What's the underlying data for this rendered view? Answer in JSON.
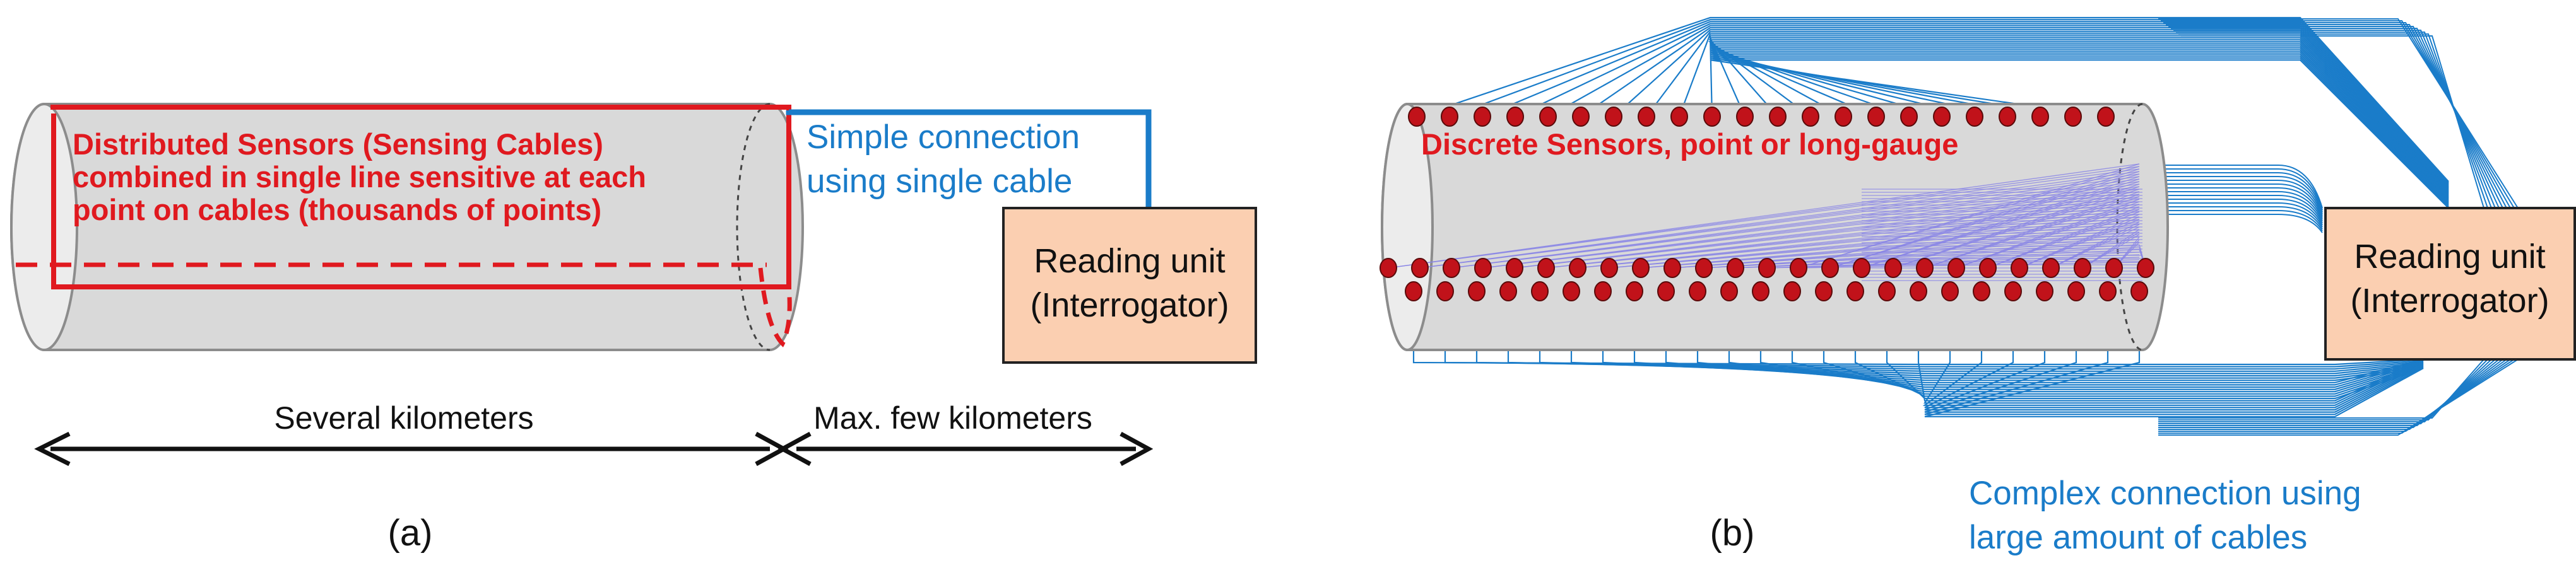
{
  "colors": {
    "red": "#e0191f",
    "red_dot": "#c1121a",
    "blue": "#1a7cc9",
    "violet": "#8a86e6",
    "box_fill": "#fbcfb1",
    "cylinder_fill": "#d9d9d9",
    "text_black": "#111111"
  },
  "panel_a": {
    "sensor_text": [
      "Distributed Sensors (Sensing Cables)",
      "combined in single line sensitive at each",
      "point on cables (thousands of points)"
    ],
    "connection_text": [
      "Simple connection",
      "using single cable"
    ],
    "reading_unit": [
      "Reading unit",
      "(Interrogator)"
    ],
    "left_dimension": "Several kilometers",
    "right_dimension": "Max. few kilometers",
    "caption": "(a)"
  },
  "panel_b": {
    "sensor_text": "Discrete Sensors, point or long-gauge",
    "reading_unit": [
      "Reading unit",
      "(Interrogator)"
    ],
    "connection_text": [
      "Complex connection using",
      "large amount of cables"
    ],
    "caption": "(b)"
  }
}
